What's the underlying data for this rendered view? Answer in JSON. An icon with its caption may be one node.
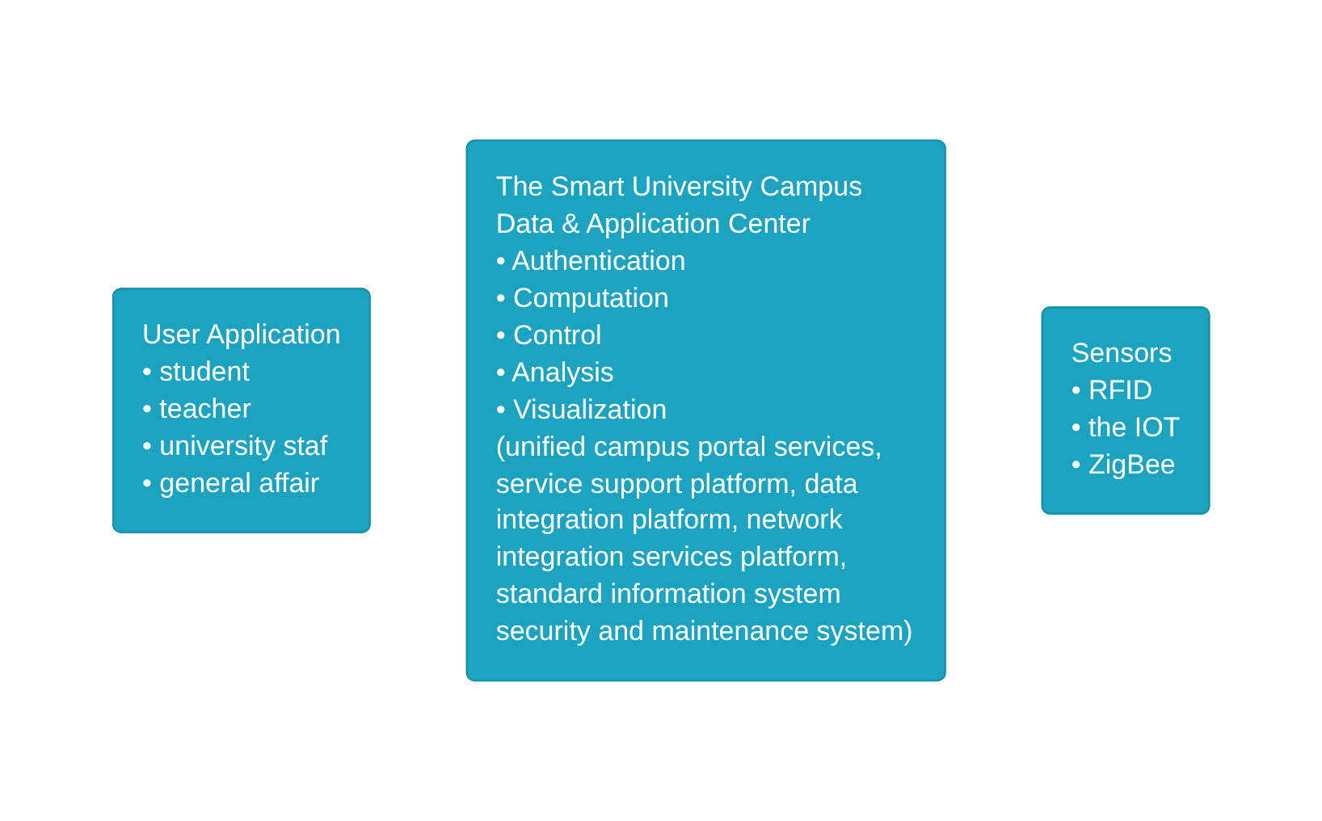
{
  "diagram": {
    "nodes": [
      {
        "text": [
          "User Application",
          "• student",
          "• teacher",
          "• university staf",
          "• general affair"
        ]
      },
      {
        "text": [
          "The Smart University Campus Data & Application Center",
          "• Authentication",
          "• Computation",
          "• Control",
          "• Analysis",
          "• Visualization",
          "(unified campus portal services, service support platform, data integration platform, network integration services platform, standard information system security and maintenance system)"
        ]
      },
      {
        "text": [
          "Sensors",
          "• RFID",
          "• the IOT",
          "• ZigBee"
        ]
      }
    ],
    "edges": []
  }
}
